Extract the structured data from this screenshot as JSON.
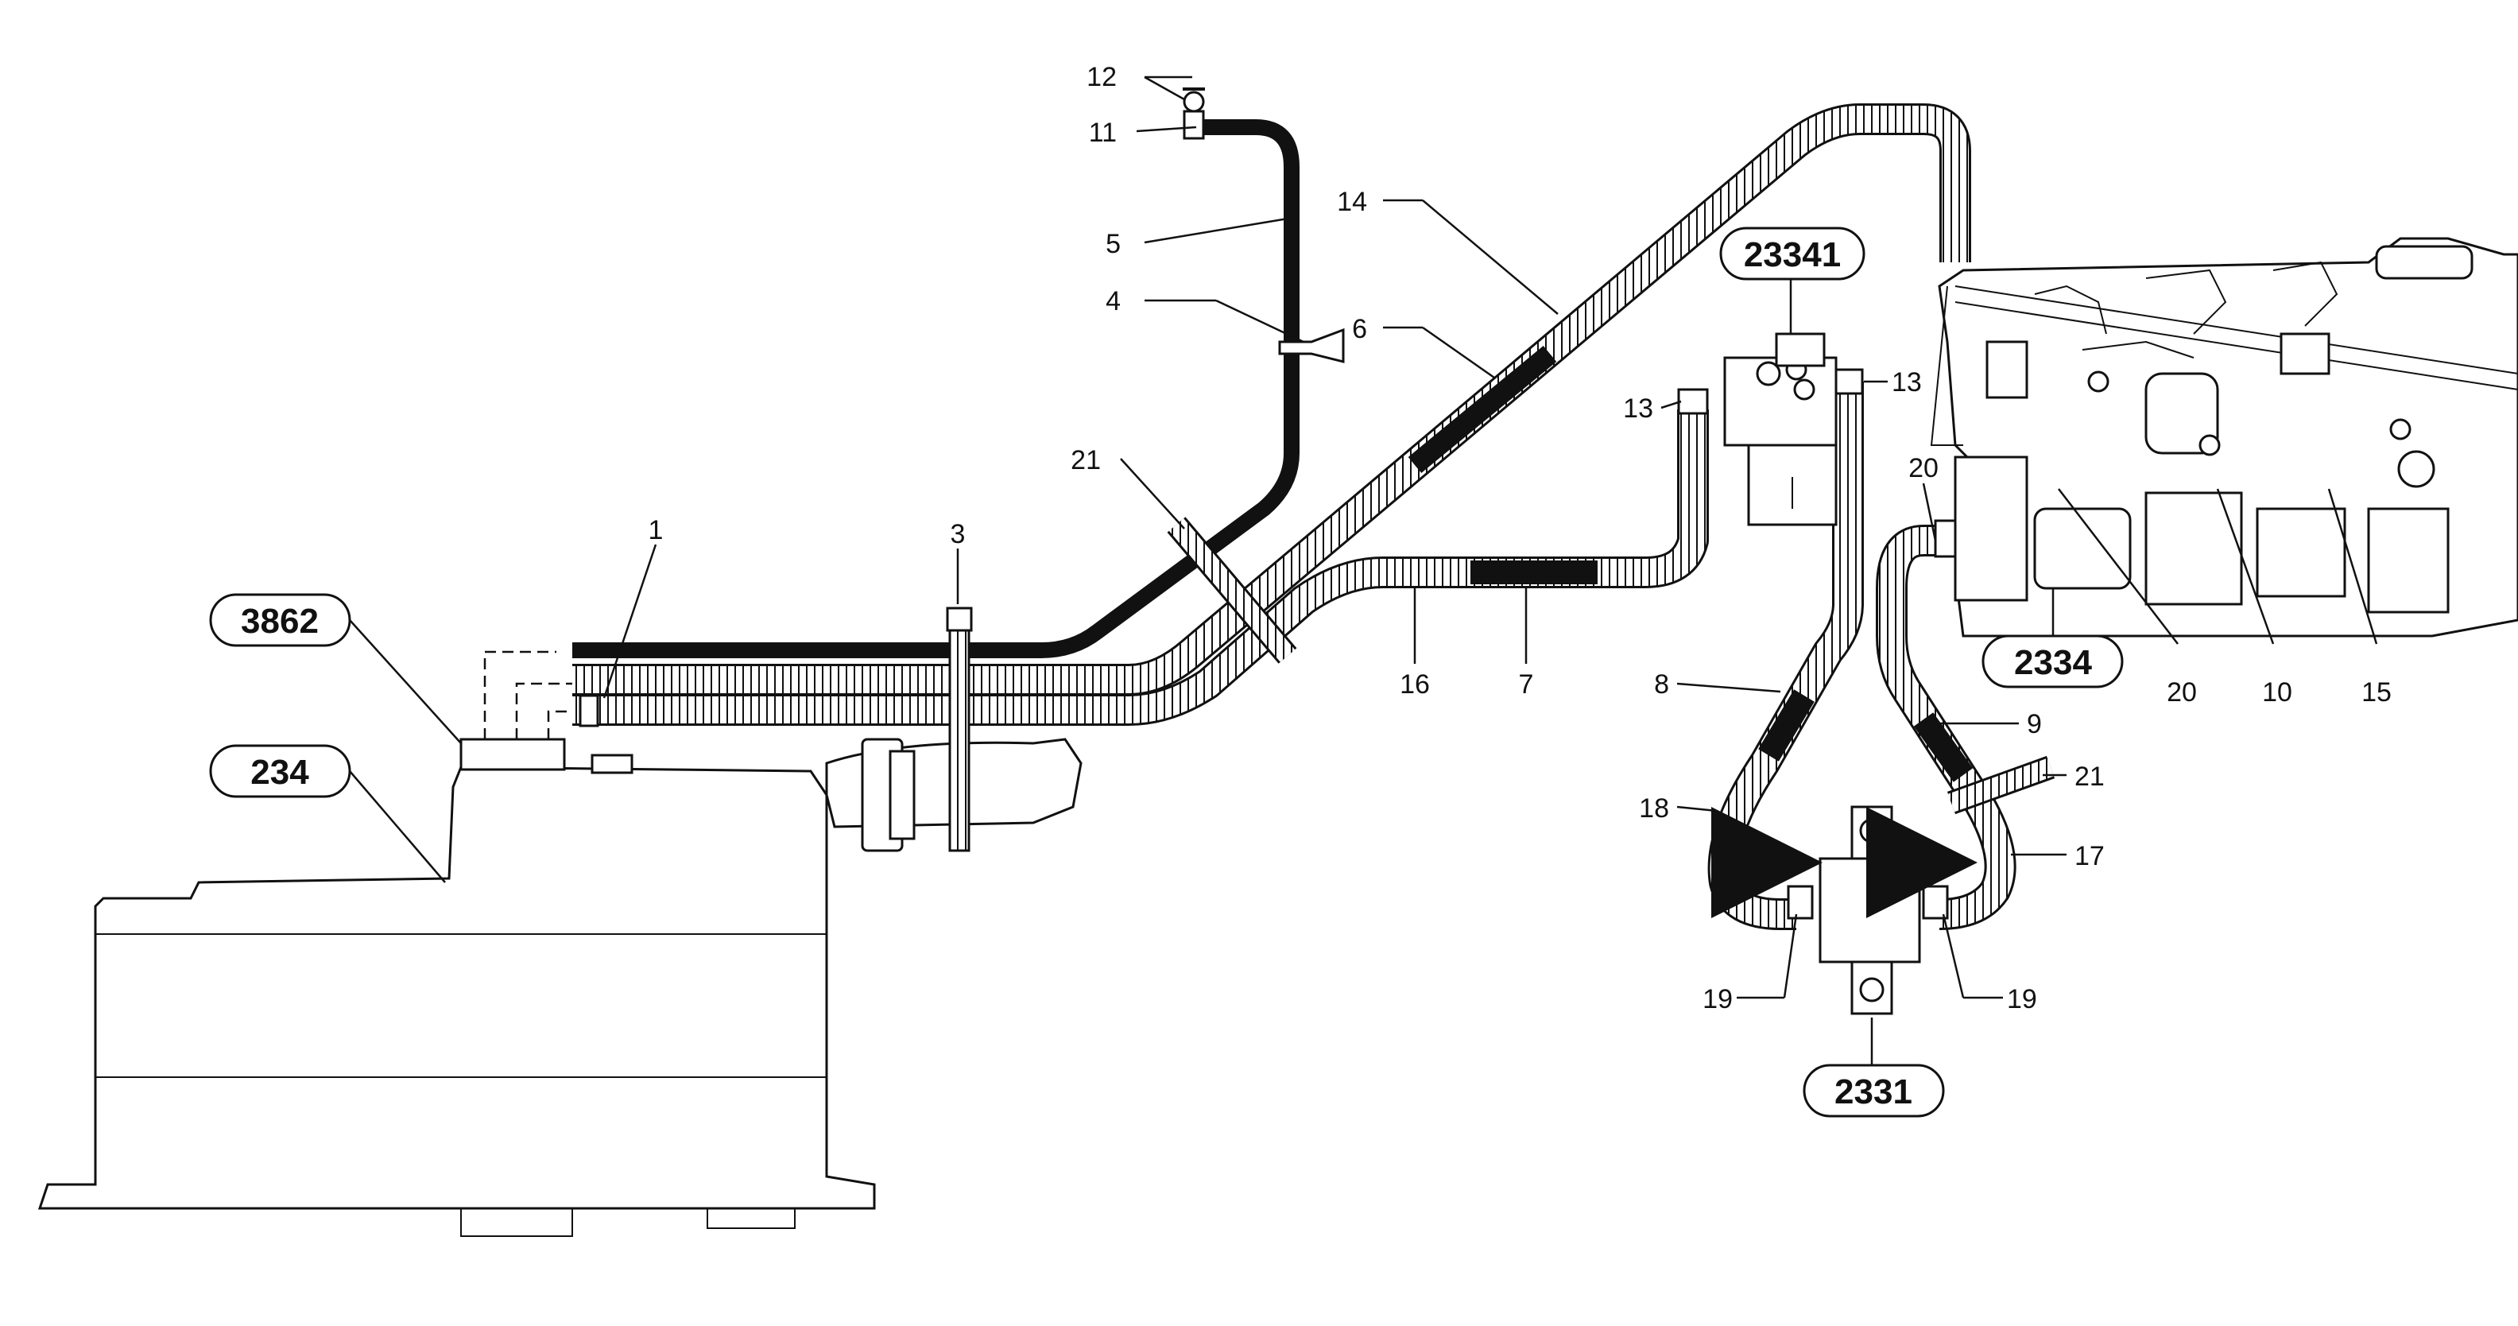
{
  "assemblies": [
    "3862",
    "234",
    "23341",
    "2334",
    "2331"
  ],
  "parts": {
    "p1": "1",
    "p3": "3",
    "p4": "4",
    "p5": "5",
    "p6": "6",
    "p7": "7",
    "p8": "8",
    "p9": "9",
    "p10": "10",
    "p11": "11",
    "p12": "12",
    "p13a": "13",
    "p13b": "13",
    "p14": "14",
    "p15": "15",
    "p16": "16",
    "p17": "17",
    "p18": "18",
    "p19a": "19",
    "p19b": "19",
    "p20a": "20",
    "p20b": "20",
    "p21a": "21",
    "p21b": "21"
  },
  "colors": {
    "ink": "#111111",
    "paper": "#ffffff"
  }
}
